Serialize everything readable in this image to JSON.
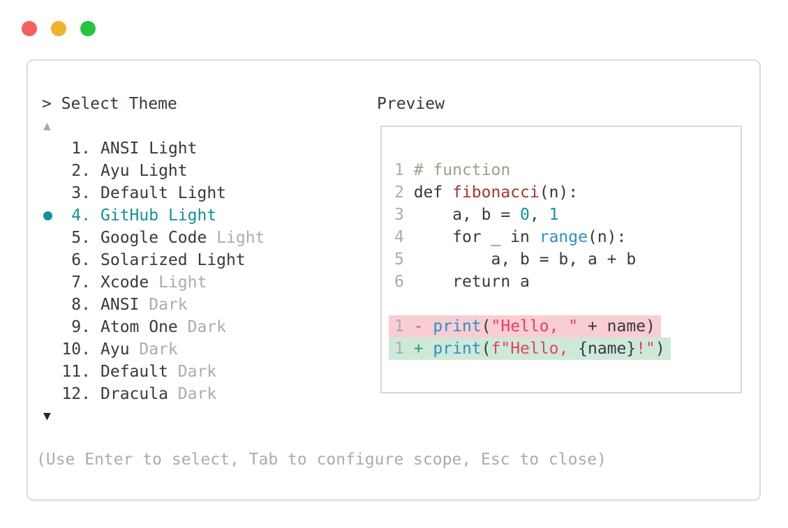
{
  "window": {
    "title_prompt": "> Select Theme",
    "footer_hint": "(Use Enter to select, Tab to configure scope, Esc to close)",
    "scroll_up_icon": "▲",
    "scroll_down_icon": "▼",
    "traffic_lights": [
      "#f4615c",
      "#f0b32e",
      "#29c33e"
    ]
  },
  "theme_list": {
    "items": [
      {
        "num": "1.",
        "name": "ANSI",
        "variant": "Light",
        "variant_muted": false,
        "selected": false
      },
      {
        "num": "2.",
        "name": "Ayu",
        "variant": "Light",
        "variant_muted": false,
        "selected": false
      },
      {
        "num": "3.",
        "name": "Default",
        "variant": "Light",
        "variant_muted": false,
        "selected": false
      },
      {
        "num": "4.",
        "name": "GitHub",
        "variant": "Light",
        "variant_muted": false,
        "selected": true
      },
      {
        "num": "5.",
        "name": "Google Code",
        "variant": "Light",
        "variant_muted": true,
        "selected": false
      },
      {
        "num": "6.",
        "name": "Solarized",
        "variant": "Light",
        "variant_muted": false,
        "selected": false
      },
      {
        "num": "7.",
        "name": "Xcode",
        "variant": "Light",
        "variant_muted": true,
        "selected": false
      },
      {
        "num": "8.",
        "name": "ANSI",
        "variant": "Dark",
        "variant_muted": true,
        "selected": false
      },
      {
        "num": "9.",
        "name": "Atom One",
        "variant": "Dark",
        "variant_muted": true,
        "selected": false
      },
      {
        "num": "10.",
        "name": "Ayu",
        "variant": "Dark",
        "variant_muted": true,
        "selected": false
      },
      {
        "num": "11.",
        "name": "Default",
        "variant": "Dark",
        "variant_muted": true,
        "selected": false
      },
      {
        "num": "12.",
        "name": "Dracula",
        "variant": "Dark",
        "variant_muted": true,
        "selected": false
      }
    ]
  },
  "preview": {
    "label": "Preview",
    "code_lines": [
      {
        "num": "1",
        "tokens": [
          {
            "text": "# function",
            "color": "comment"
          }
        ]
      },
      {
        "num": "2",
        "tokens": [
          {
            "text": "def ",
            "color": "fg"
          },
          {
            "text": "fibonacci",
            "color": "func"
          },
          {
            "text": "(n):",
            "color": "fg"
          }
        ]
      },
      {
        "num": "3",
        "tokens": [
          {
            "text": "    a, b = ",
            "color": "fg"
          },
          {
            "text": "0",
            "color": "number"
          },
          {
            "text": ", ",
            "color": "fg"
          },
          {
            "text": "1",
            "color": "number"
          }
        ]
      },
      {
        "num": "4",
        "tokens": [
          {
            "text": "    for _ in ",
            "color": "fg"
          },
          {
            "text": "range",
            "color": "builtin"
          },
          {
            "text": "(n):",
            "color": "fg"
          }
        ]
      },
      {
        "num": "5",
        "tokens": [
          {
            "text": "        a, b = b, a + b",
            "color": "fg"
          }
        ]
      },
      {
        "num": "6",
        "tokens": [
          {
            "text": "    return a",
            "color": "fg"
          }
        ]
      }
    ],
    "diff_lines": [
      {
        "num": "1",
        "kind": "removed",
        "tokens": [
          {
            "text": "- ",
            "color": "string"
          },
          {
            "text": "print",
            "color": "builtin"
          },
          {
            "text": "(",
            "color": "fg"
          },
          {
            "text": "\"Hello, \"",
            "color": "string"
          },
          {
            "text": " + name)",
            "color": "fg"
          }
        ]
      },
      {
        "num": "1",
        "kind": "added",
        "tokens": [
          {
            "text": "+ ",
            "color": "added"
          },
          {
            "text": "print",
            "color": "builtin"
          },
          {
            "text": "(",
            "color": "fg"
          },
          {
            "text": "f\"Hello, ",
            "color": "string"
          },
          {
            "text": "{name}",
            "color": "fg"
          },
          {
            "text": "!\"",
            "color": "string"
          },
          {
            "text": ")",
            "color": "fg"
          }
        ]
      }
    ]
  },
  "colors": {
    "fg": "#333a41",
    "muted": "#a8acb1",
    "comment": "#9ca18b",
    "func": "#a93432",
    "number": "#10939b",
    "builtin": "#2e8fc7",
    "string": "#e8405f",
    "added": "#26a269",
    "selected": "#12929b",
    "removed_bg": "#f8ced3",
    "added_bg": "#cfe9d9",
    "scroll_up": "#a9a9ad",
    "scroll_down": "#24292e"
  }
}
